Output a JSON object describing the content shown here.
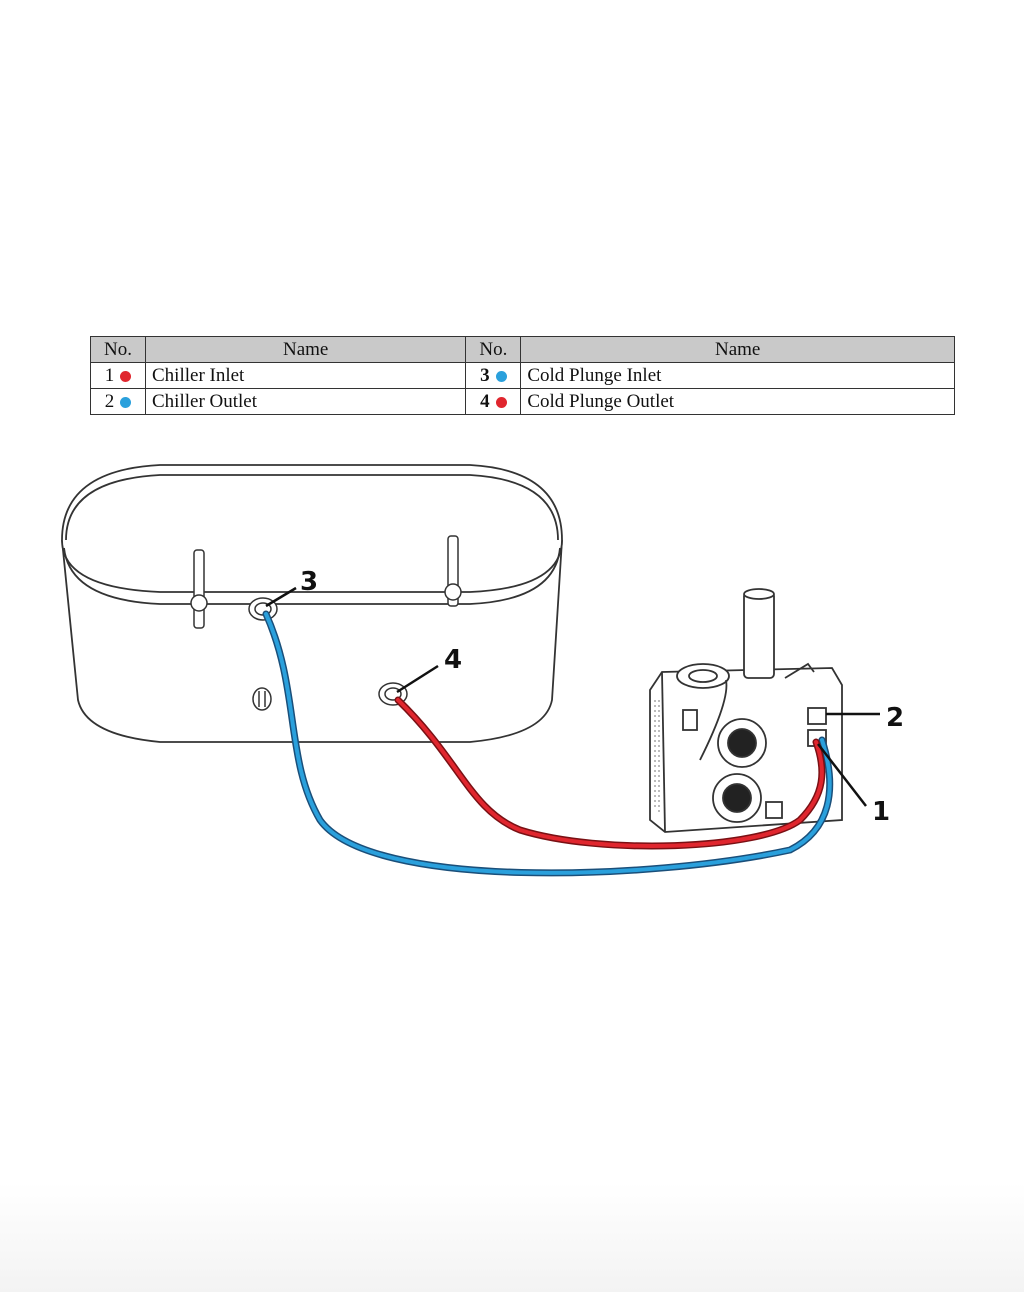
{
  "legend": {
    "headers": [
      "No.",
      "Name",
      "No.",
      "Name"
    ],
    "rows": [
      {
        "left_no": "1",
        "left_color": "red",
        "left_name": "Chiller Inlet",
        "right_no": "3",
        "right_color": "blue",
        "right_name": "Cold Plunge Inlet"
      },
      {
        "left_no": "2",
        "left_color": "blue",
        "left_name": "Chiller Outlet",
        "right_no": "4",
        "right_color": "red",
        "right_name": "Cold Plunge Outlet"
      }
    ]
  },
  "callouts": {
    "c1": "1",
    "c2": "2",
    "c3": "3",
    "c4": "4"
  },
  "colors": {
    "hot": "#e0262e",
    "cold": "#2aa0dc",
    "line": "#333333"
  }
}
